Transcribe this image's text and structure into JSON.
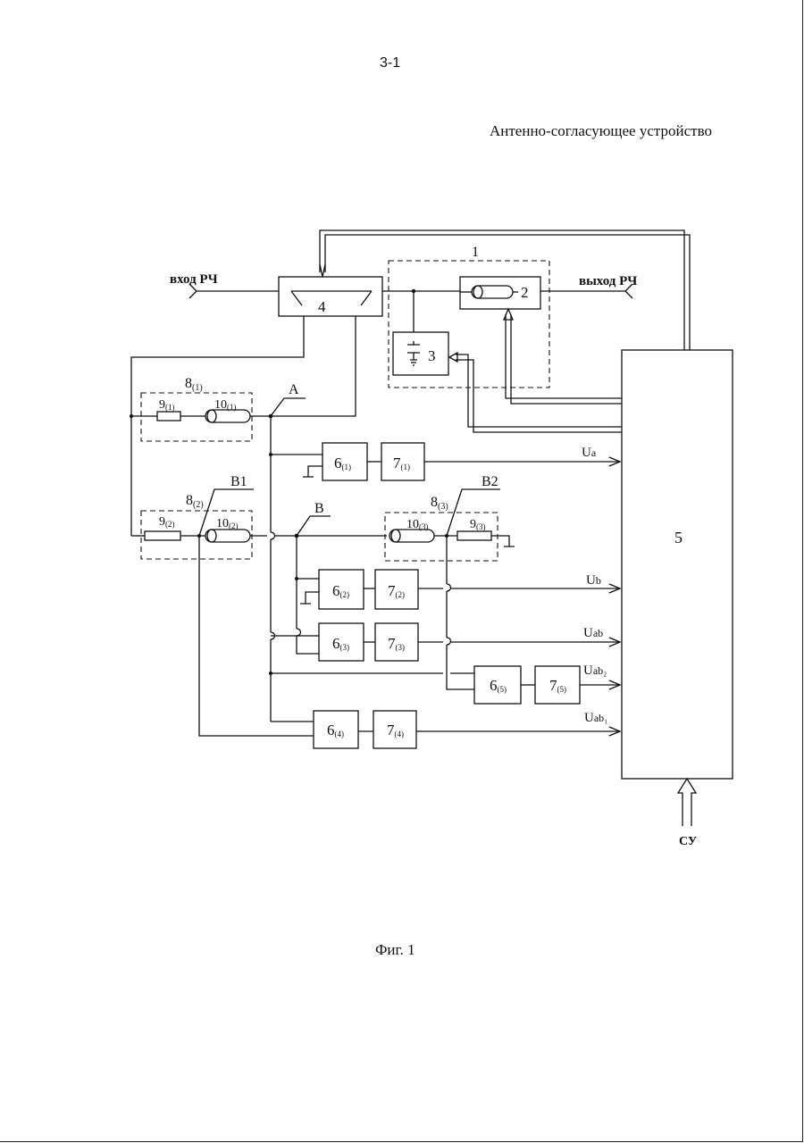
{
  "page_number": "3-1",
  "title": "Антенно-согласующее устройство",
  "caption": "Фиг. 1",
  "labels": {
    "rf_in": "вход РЧ",
    "rf_out": "выход РЧ",
    "control": "СУ",
    "node_a": "A",
    "node_b": "B",
    "node_b1": "B1",
    "node_b2": "B2",
    "block_1": "1",
    "block_2": "2",
    "block_3": "3",
    "block_4": "4",
    "block_5": "5",
    "b8_1": {
      "main": "8",
      "sub": "(1)"
    },
    "b8_2": {
      "main": "8",
      "sub": "(2)"
    },
    "b8_3": {
      "main": "8",
      "sub": "(3)"
    },
    "b9_1": {
      "main": "9",
      "sub": "(1)"
    },
    "b9_2": {
      "main": "9",
      "sub": "(2)"
    },
    "b9_3": {
      "main": "9",
      "sub": "(3)"
    },
    "b10_1": {
      "main": "10",
      "sub": "(1)"
    },
    "b10_2": {
      "main": "10",
      "sub": "(2)"
    },
    "b10_3": {
      "main": "10",
      "sub": "(3)"
    },
    "b6_1": {
      "main": "6",
      "sub": "(1)"
    },
    "b6_2": {
      "main": "6",
      "sub": "(2)"
    },
    "b6_3": {
      "main": "6",
      "sub": "(3)"
    },
    "b6_4": {
      "main": "6",
      "sub": "(4)"
    },
    "b6_5": {
      "main": "6",
      "sub": "(5)"
    },
    "b7_1": {
      "main": "7",
      "sub": "(1)"
    },
    "b7_2": {
      "main": "7",
      "sub": "(2)"
    },
    "b7_3": {
      "main": "7",
      "sub": "(3)"
    },
    "b7_4": {
      "main": "7",
      "sub": "(4)"
    },
    "b7_5": {
      "main": "7",
      "sub": "(5)"
    },
    "u_a": {
      "main": "U",
      "sub": "a"
    },
    "u_b": {
      "main": "U",
      "sub": "b"
    },
    "u_ab": {
      "main": "U",
      "sub": "ab"
    },
    "u_ab2": {
      "main": "U",
      "sub": "ab₂"
    },
    "u_ab1": {
      "main": "U",
      "sub": "ab₁"
    }
  }
}
